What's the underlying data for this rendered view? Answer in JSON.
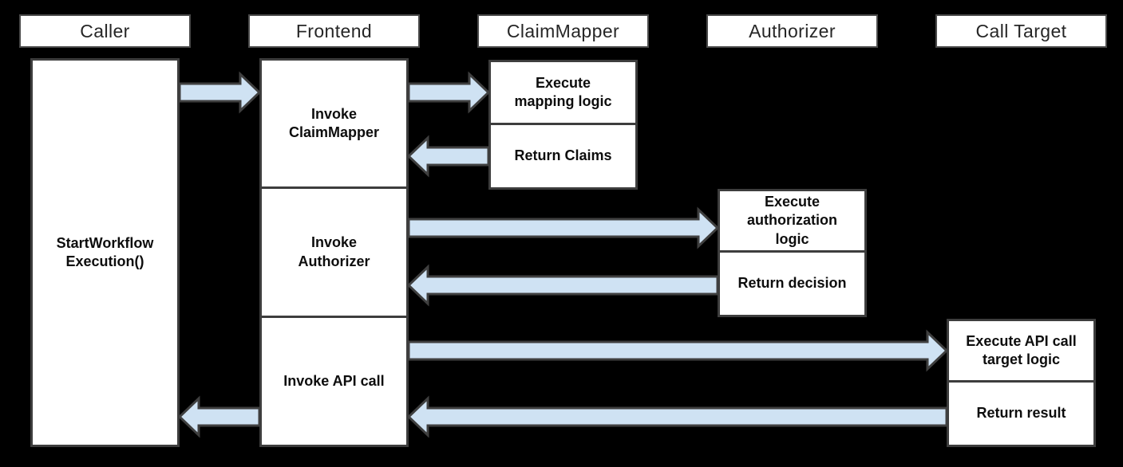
{
  "colors": {
    "background": "#000000",
    "box_fill": "#ffffff",
    "box_border": "#3d3d3d",
    "arrow_fill": "#cfe2f3",
    "arrow_border": "#3f3f3f",
    "text": "#0d0d0d"
  },
  "lanes": [
    {
      "header": "Caller",
      "boxes": [
        {
          "label": "StartWorkflow\nExecution()"
        }
      ]
    },
    {
      "header": "Frontend",
      "boxes": [
        {
          "label": "Invoke\nClaimMapper"
        },
        {
          "label": "Invoke\nAuthorizer"
        },
        {
          "label": "Invoke API call"
        }
      ]
    },
    {
      "header": "ClaimMapper",
      "boxes": [
        {
          "label": "Execute\nmapping logic"
        },
        {
          "label": "Return Claims"
        }
      ]
    },
    {
      "header": "Authorizer",
      "boxes": [
        {
          "label": "Execute\nauthorization\nlogic"
        },
        {
          "label": "Return decision"
        }
      ]
    },
    {
      "header": "Call Target",
      "boxes": [
        {
          "label": "Execute API call\ntarget logic"
        },
        {
          "label": "Return result"
        }
      ]
    }
  ],
  "arrows": [
    {
      "from": "Caller",
      "to": "Frontend",
      "direction": "right"
    },
    {
      "from": "Frontend",
      "to": "ClaimMapper",
      "direction": "right"
    },
    {
      "from": "ClaimMapper",
      "to": "Frontend",
      "direction": "left"
    },
    {
      "from": "Frontend",
      "to": "Authorizer",
      "direction": "right"
    },
    {
      "from": "Authorizer",
      "to": "Frontend",
      "direction": "left"
    },
    {
      "from": "Frontend",
      "to": "Call Target",
      "direction": "right"
    },
    {
      "from": "Call Target",
      "to": "Frontend",
      "direction": "left"
    },
    {
      "from": "Frontend",
      "to": "Caller",
      "direction": "left"
    }
  ]
}
